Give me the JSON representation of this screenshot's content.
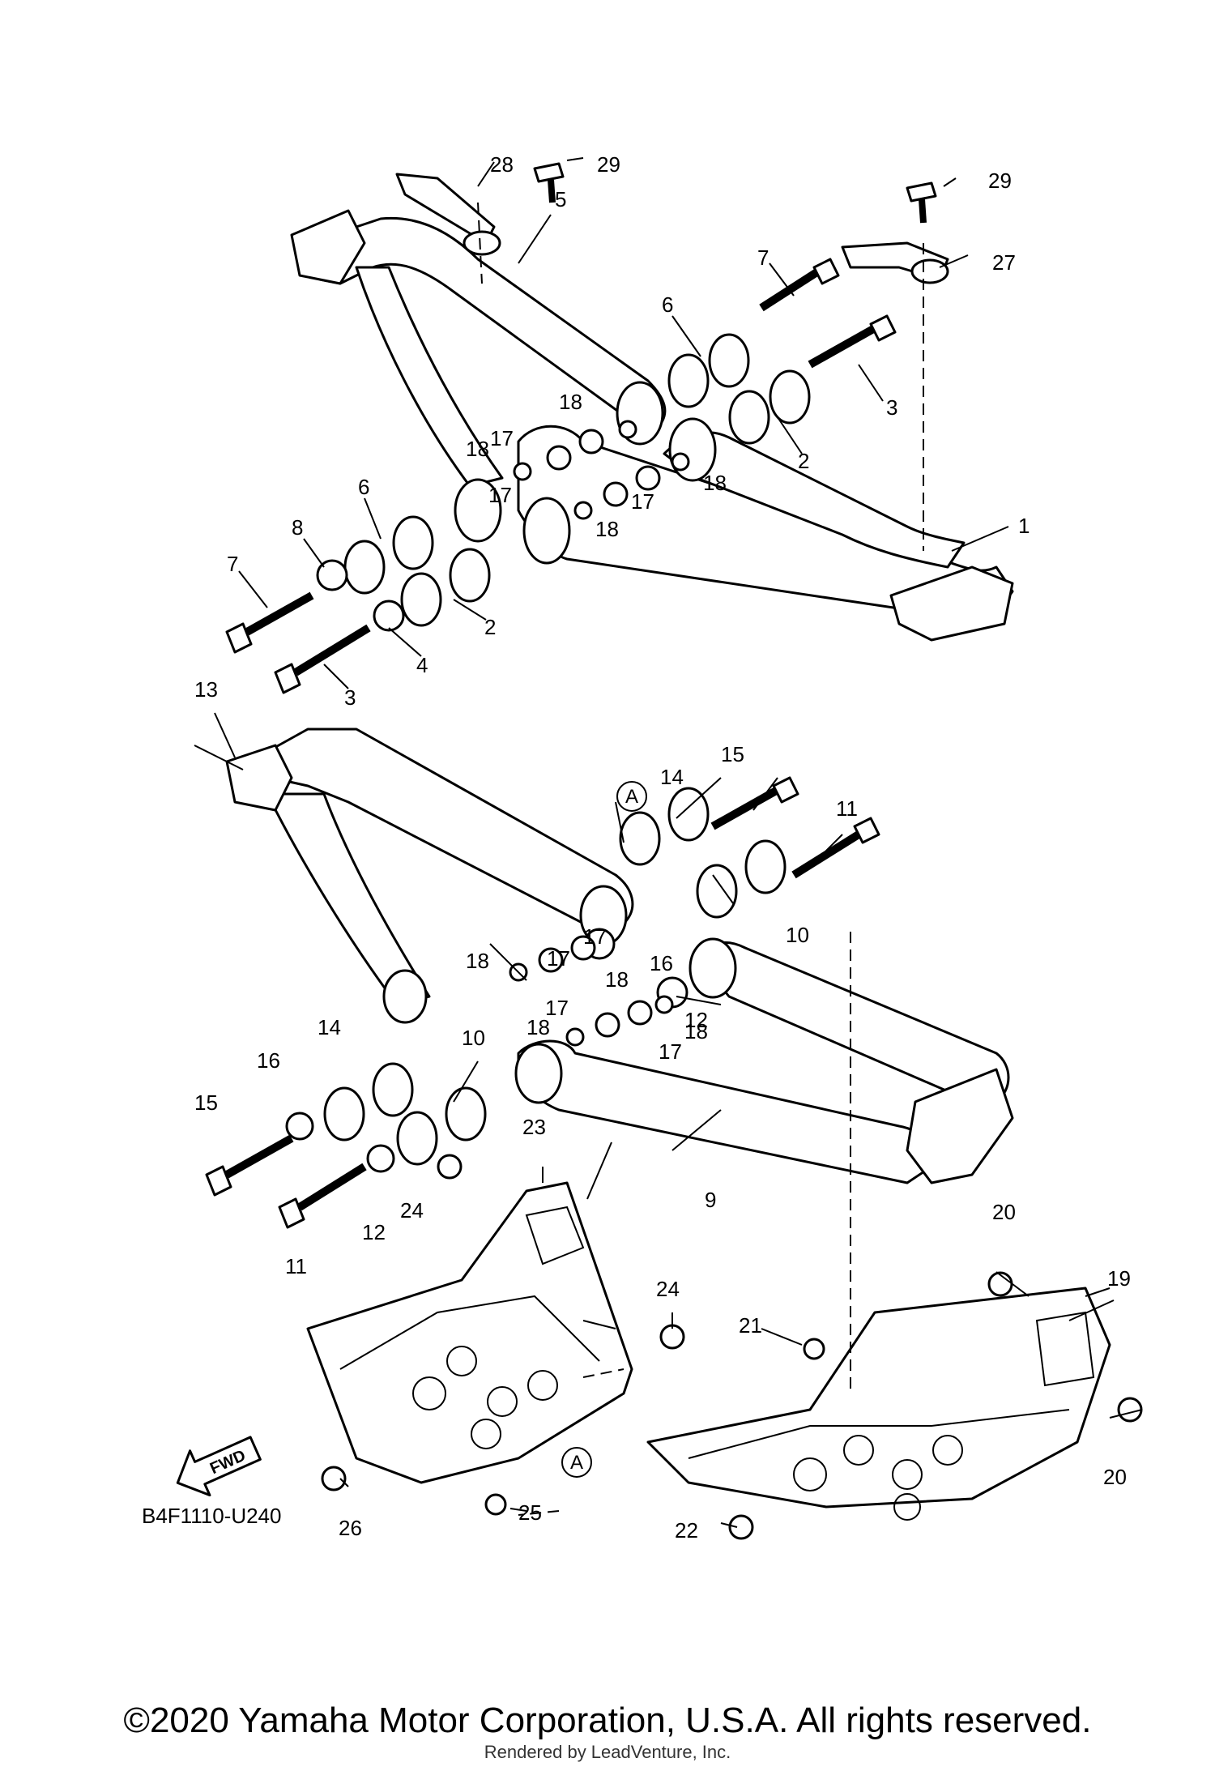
{
  "diagram": {
    "callouts": [
      "1",
      "2",
      "2",
      "3",
      "3",
      "4",
      "5",
      "6",
      "6",
      "7",
      "7",
      "8",
      "9",
      "10",
      "10",
      "11",
      "11",
      "12",
      "12",
      "13",
      "14",
      "14",
      "15",
      "15",
      "16",
      "16",
      "17",
      "17",
      "17",
      "17",
      "17",
      "17",
      "17",
      "18",
      "18",
      "18",
      "18",
      "18",
      "18",
      "18",
      "18",
      "19",
      "20",
      "20",
      "21",
      "22",
      "23",
      "24",
      "24",
      "25",
      "26",
      "27",
      "28",
      "29",
      "29"
    ],
    "reference_markers": [
      "A",
      "A"
    ],
    "fwd_label": "FWD",
    "diagram_code": "B4F1110-U240"
  },
  "footer": {
    "copyright": "©2020 Yamaha Motor Corporation, U.S.A. All rights reserved.",
    "rendered_by": "Rendered by LeadVenture, Inc."
  }
}
